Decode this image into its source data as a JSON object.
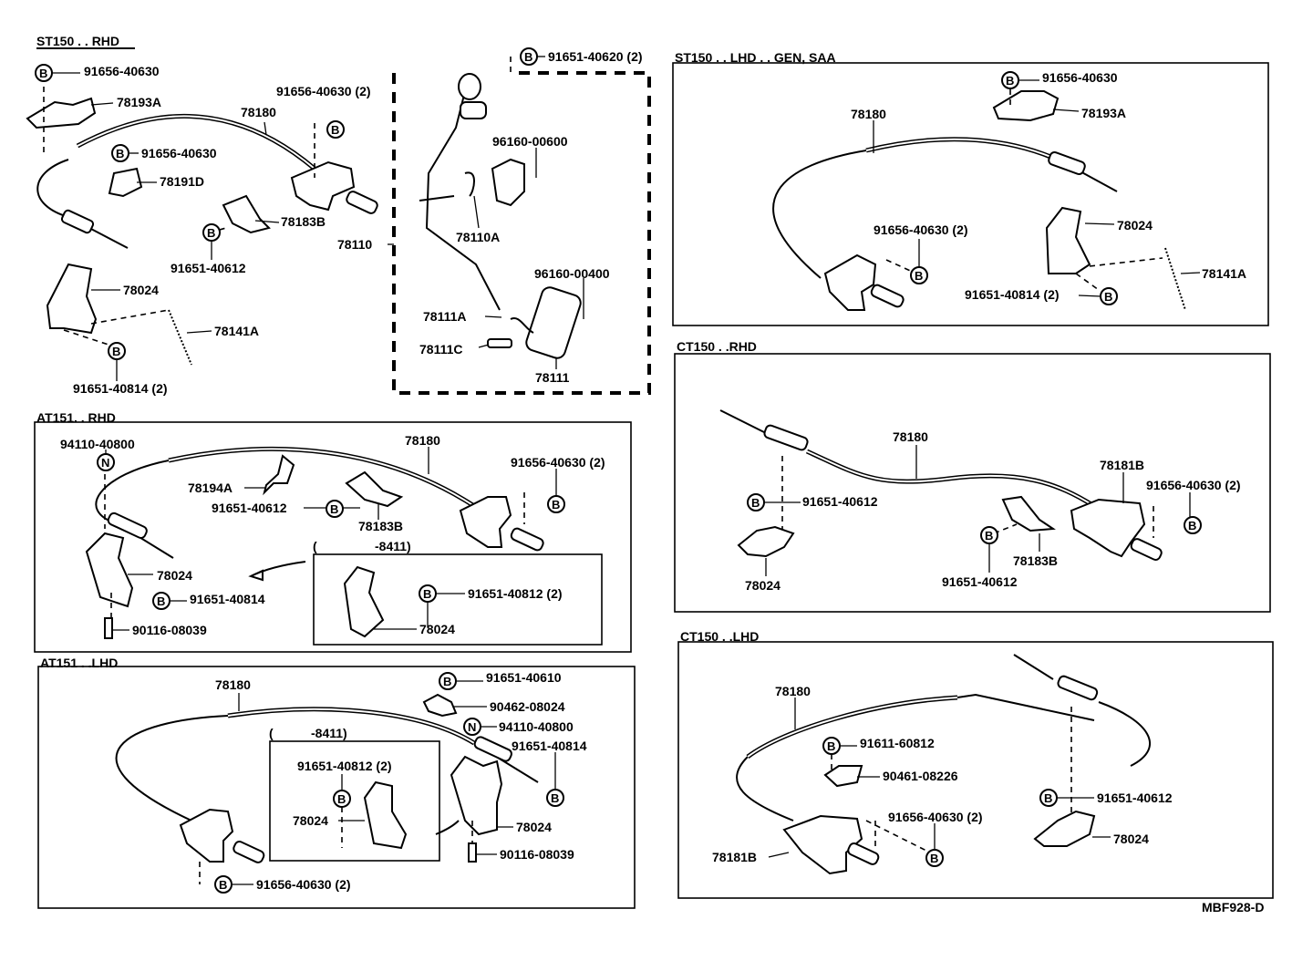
{
  "panels": {
    "st150_rhd": {
      "title": "ST150 . . RHD",
      "labels": [
        "91656-40630",
        "78193A",
        "91656-40630 (2)",
        "78180",
        "91656-40630",
        "78191D",
        "78183B",
        "91651-40612",
        "78024",
        "78141A",
        "91651-40814 (2)"
      ]
    },
    "center": {
      "labels": [
        "91651-40620 (2)",
        "96160-00600",
        "78110A",
        "78110",
        "96160-00400",
        "78111A",
        "78111C",
        "78111"
      ]
    },
    "st150_lhd": {
      "title": "ST150 . . LHD . . GEN, SAA",
      "labels": [
        "91656-40630",
        "78193A",
        "78180",
        "91656-40630 (2)",
        "78024",
        "78141A",
        "91651-40814 (2)"
      ]
    },
    "ct150_rhd": {
      "title": "CT150 . .RHD",
      "labels": [
        "78180",
        "78181B",
        "91656-40630 (2)",
        "91651-40612",
        "78024",
        "78183B",
        "91651-40612"
      ]
    },
    "at151_rhd": {
      "title": "AT151. . RHD",
      "labels": [
        "94110-40800",
        "78180",
        "78194A",
        "91656-40630 (2)",
        "91651-40612",
        "78183B",
        "(",
        "-8411)",
        "78024",
        "91651-40814",
        "91651-40812 (2)",
        "90116-08039",
        "78024"
      ]
    },
    "at151_lhd": {
      "title": "AT151 . .LHD",
      "labels": [
        "78180",
        "91651-40610",
        "90462-08024",
        "94110-40800",
        "(",
        "-8411)",
        "91651-40814",
        "91651-40812 (2)",
        "78024",
        "78024",
        "90116-08039",
        "91656-40630 (2)"
      ]
    },
    "ct150_lhd": {
      "title": "CT150 . .LHD",
      "labels": [
        "78180",
        "91611-60812",
        "90461-08226",
        "91651-40612",
        "91656-40630 (2)",
        "78024",
        "78181B"
      ]
    }
  },
  "badges": {
    "b": "B",
    "n": "N"
  },
  "figure_code": "MBF928-D",
  "icons": {
    "bolt_badge": "circled-b-icon",
    "nut_badge": "circled-n-icon"
  }
}
